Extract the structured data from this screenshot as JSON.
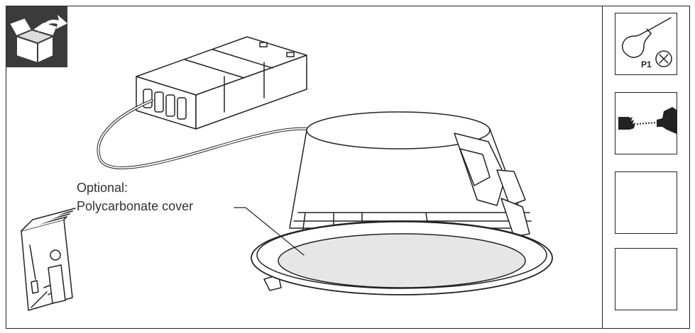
{
  "annotation": {
    "line1": "Optional:",
    "line2": "Polycarbonate cover"
  },
  "tools": {
    "screwdriver_code": "P1"
  },
  "icons": {
    "unbox": "unbox-icon",
    "manual": "manual-book-icon",
    "screwdriver": "screwdriver-icon",
    "drill": "drill-icon"
  },
  "colors": {
    "line": "#222222",
    "dark_tile": "#3b3b3b",
    "lens": "#e6e6e6"
  }
}
